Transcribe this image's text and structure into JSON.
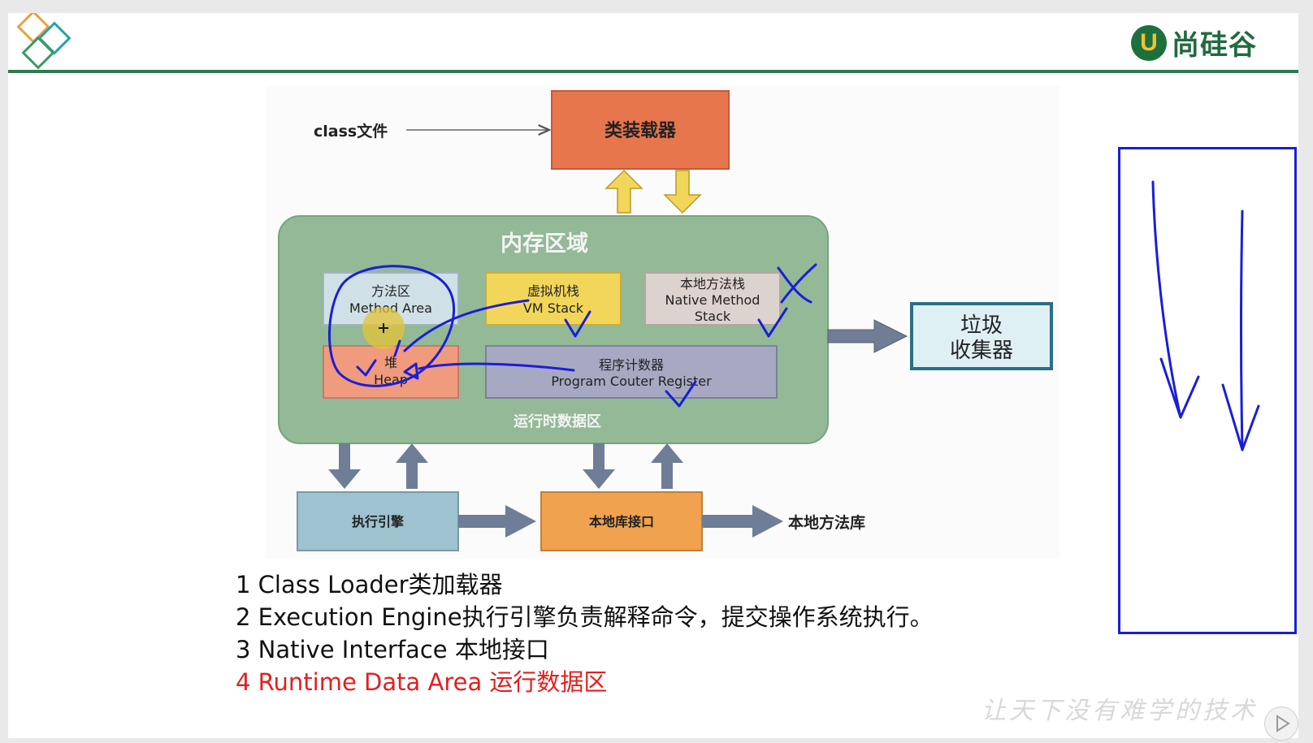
{
  "brand": {
    "mark": "U",
    "name": "尚硅谷"
  },
  "diagram": {
    "class_file": "class文件",
    "class_loader": "类装载器",
    "memory_area_title": "内存区域",
    "method_area": [
      "方法区",
      "Method Area"
    ],
    "vm_stack": [
      "虚拟机栈",
      "VM Stack"
    ],
    "native_stack": [
      "本地方法栈",
      "Native Method",
      "Stack"
    ],
    "heap": [
      "堆",
      "Heap"
    ],
    "pc_register": [
      "程序计数器",
      "Program Couter Register"
    ],
    "runtime_area_label": "运行时数据区",
    "gc": [
      "垃圾",
      "收集器"
    ],
    "exec_engine": "执行引擎",
    "native_interface": "本地库接口",
    "native_library": "本地方法库",
    "colors": {
      "loader": "#e8764c",
      "memory": "#93b996",
      "method": "#cfe0e6",
      "vm_stack": "#f2d65a",
      "native_stack": "#dcd2ce",
      "heap": "#f09a7e",
      "pc": "#a7a9c3",
      "gc_border": "#2a6f86",
      "engine": "#9ec2cf",
      "interface": "#f0a24e",
      "ink": "#1a1ed6"
    }
  },
  "notes": [
    "1 Class Loader类加载器",
    "2 Execution Engine执行引擎负责解释命令，提交操作系统执行。",
    "3 Native Interface 本地接口",
    "4 Runtime Data Area 运行数据区"
  ],
  "watermark": "让天下没有难学的技术"
}
